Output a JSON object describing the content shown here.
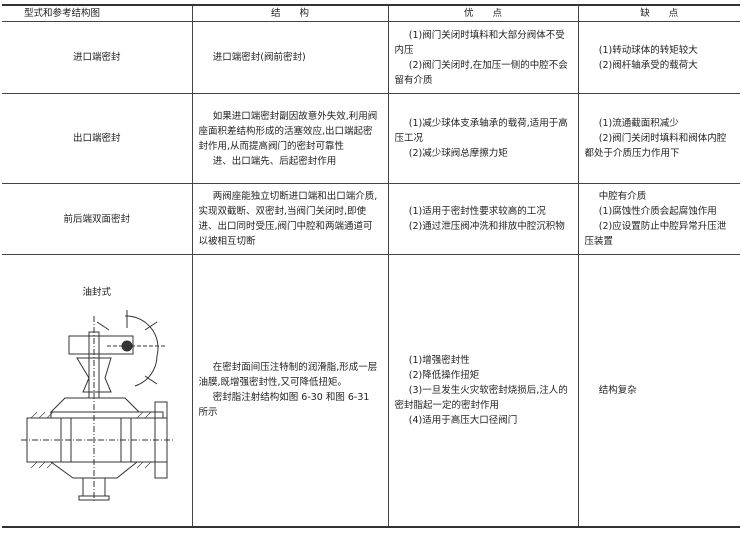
{
  "headers": [
    "型式和参考结构图",
    "结　　构",
    "优　　点",
    "缺　　点"
  ],
  "rows": [
    {
      "type": "进口端密封",
      "structure": [
        "进口端密封(阀前密封)"
      ],
      "pros": [
        "(1)阀门关闭时填料和大部分阀体不受内压",
        "(2)阀门关闭时,在加压一侧的中腔不会留有介质"
      ],
      "cons": [
        "(1)转动球体的转矩较大",
        "(2)阀杆轴承受的载荷大"
      ]
    },
    {
      "type": "出口端密封",
      "structure": [
        "如果进口端密封副因故意外失效,利用阀座面积差结构形成的活塞效应,出口端起密封作用,从而提高阀门的密封可靠性",
        "进、出口端先、后起密封作用"
      ],
      "pros": [
        "(1)减少球体支承轴承的载荷,适用于高压工况",
        "(2)减少球阀总摩擦力矩"
      ],
      "cons": [
        "(1)流通截面积减少",
        "(2)阀门关闭时填料和阀体内腔都处于介质压力作用下"
      ]
    },
    {
      "type": "前后端双面密封",
      "structure": [
        "两阀座能独立切断进口端和出口端介质,实现双截断、双密封,当阀门关闭时,即使进、出口同时受压,阀门中腔和两端通道可以被相互切断"
      ],
      "pros": [
        "(1)适用于密封性要求较高的工况",
        "(2)通过泄压阀冲洗和排放中腔沉积物"
      ],
      "cons": [
        "中腔有介质",
        "(1)腐蚀性介质会起腐蚀作用",
        "(2)应设置防止中腔异常升压泄压装置"
      ]
    },
    {
      "type": "油封式",
      "structure": [
        "在密封面间压注特制的润滑脂,形成一层油膜,既增强密封性,又可降低扭矩。",
        "密封脂注射结构如图 6-30 和图 6-31 所示"
      ],
      "pros": [
        "(1)增强密封性",
        "(2)降低操作扭矩",
        "(3)一旦发生火灾软密封烧损后,注人的密封脂起一定的密封作用",
        "(4)适用于高压大口径阀门"
      ],
      "cons": [
        "结构复杂"
      ]
    }
  ]
}
